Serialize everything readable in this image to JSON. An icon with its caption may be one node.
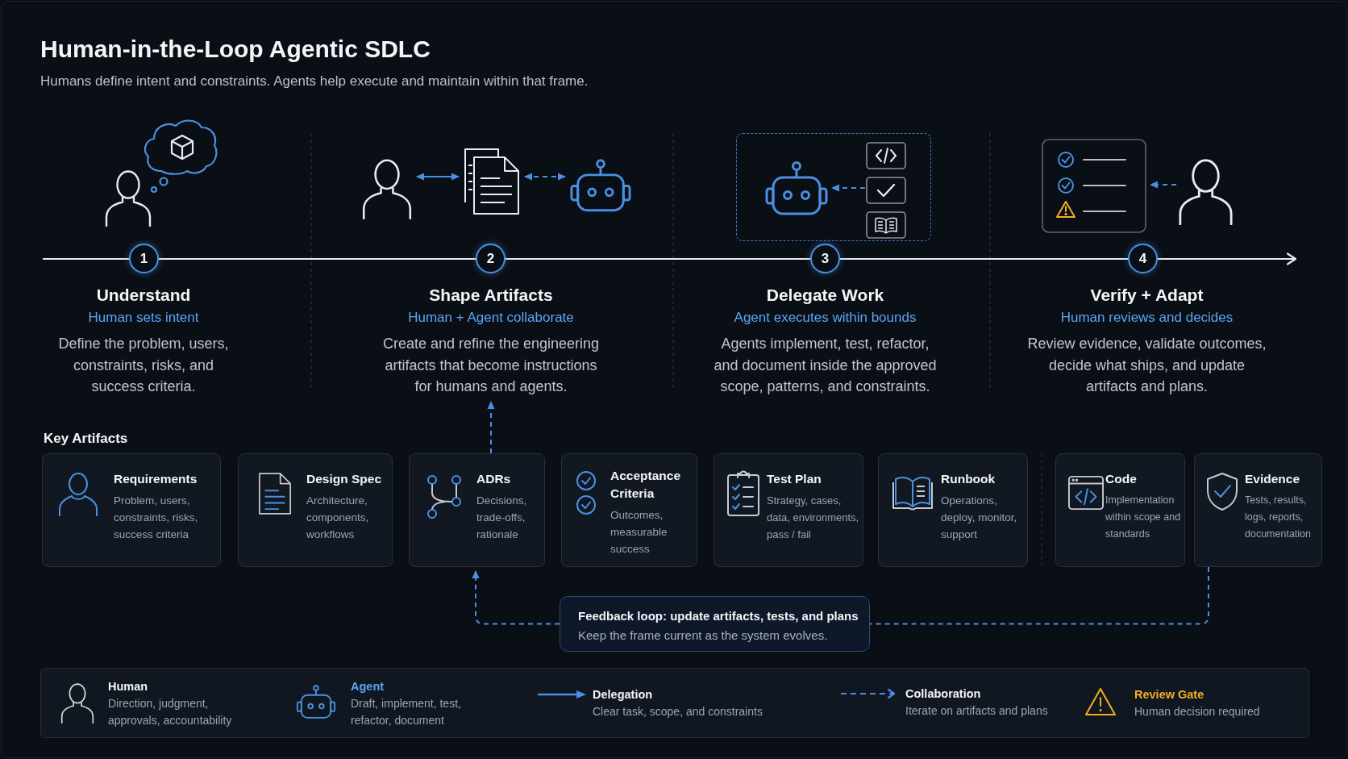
{
  "diagram": {
    "title": "Human-in-the-Loop Agentic SDLC",
    "nodes": [
      {
        "text": [],
        "shape": "person"
      },
      {
        "text": [],
        "shape": "cloud"
      },
      {
        "text": [],
        "shape": "person"
      },
      {
        "text": [],
        "shape": "picture"
      },
      {
        "text": [],
        "shape": "picture"
      },
      {
        "text": [],
        "shape": "box"
      },
      {
        "text": [],
        "shape": "picture",
        "in": 5
      },
      {
        "text": [],
        "shape": "picture",
        "in": 5
      },
      {
        "text": [],
        "shape": "picture",
        "in": 5
      },
      {
        "text": [],
        "shape": "picture",
        "in": 5
      },
      {
        "text": [],
        "shape": "picture"
      },
      {
        "text": [],
        "shape": "person"
      },
      {
        "text": [
          "1"
        ]
      },
      {
        "text": [
          "2"
        ]
      },
      {
        "text": [
          "3"
        ]
      },
      {
        "text": [
          "4"
        ]
      },
      {
        "text": [
          "Understand",
          "Human sets intent",
          "Define the problem, users, constraints, risks, and success criteria."
        ]
      },
      {
        "text": [
          "Shape Artifacts",
          "Human + Agent collaborate",
          "Create and refine the engineering artifacts that become instructions for humans and agents."
        ]
      },
      {
        "text": [
          "Delegate Work",
          "Agent executes within bounds",
          "Agents implement, test, refactor, and document inside the approved scope, patterns, and constraints."
        ]
      },
      {
        "text": [
          "Verify + Adapt",
          "Human reviews and decides",
          "Review evidence, validate outcomes, decide what ships, and update artifacts and plans."
        ]
      },
      {
        "text": [
          "Requirements",
          "Problem, users, constraints, risks, success criteria"
        ]
      },
      {
        "text": [
          "Design Spec",
          "Architecture, components, workflows"
        ]
      },
      {
        "text": [
          "ADRs",
          "Decisions, trade-offs, rationale"
        ]
      },
      {
        "text": [
          "Acceptance Criteria",
          "Outcomes, measurable success"
        ]
      },
      {
        "text": [
          "Test Plan",
          "Strategy, cases, data, environments, pass / fail"
        ]
      },
      {
        "text": [
          "Runbook",
          "Operations, deploy, monitor, support"
        ]
      },
      {
        "text": [
          "Code",
          "Implementation within scope and standards"
        ]
      },
      {
        "text": [
          "Evidence",
          "Tests, results, logs, reports, documentation"
        ]
      },
      {
        "text": [
          "Feedback loop: update artifacts, tests, and plans",
          "Keep the frame current as the system evolves."
        ]
      }
    ],
    "edges": [
      {
        "from": 2,
        "to": 3,
        "arrow": "both"
      },
      {
        "from": 3,
        "to": 4,
        "arrow": "both",
        "style": "dashed"
      },
      {
        "from": 8,
        "to": 6,
        "arrow": "to",
        "style": "dashed"
      },
      {
        "from": 11,
        "to": 10,
        "arrow": "to",
        "style": "dashed"
      },
      {
        "from": 22,
        "to": 17,
        "arrow": "to",
        "style": "dashed"
      },
      {
        "from": 27,
        "to": 28,
        "arrow": "none",
        "style": "dashed"
      },
      {
        "from": 28,
        "to": 22,
        "arrow": "to",
        "style": "dashed"
      }
    ],
    "labels": [
      "Humans define intent and constraints. Agents help execute and maintain within that frame.",
      "Key Artifacts"
    ],
    "legend": [
      {
        "text": "**Human** Direction, judgment, approvals, accountability"
      },
      {
        "text": "**Agent** Draft, implement, test, refactor, document"
      },
      {
        "text": "**Delegation** Clear task, scope, and constraints"
      },
      {
        "text": "**Collaboration** Iterate on artifacts and plans"
      },
      {
        "text": "**Review Gate** Human decision required"
      }
    ]
  }
}
